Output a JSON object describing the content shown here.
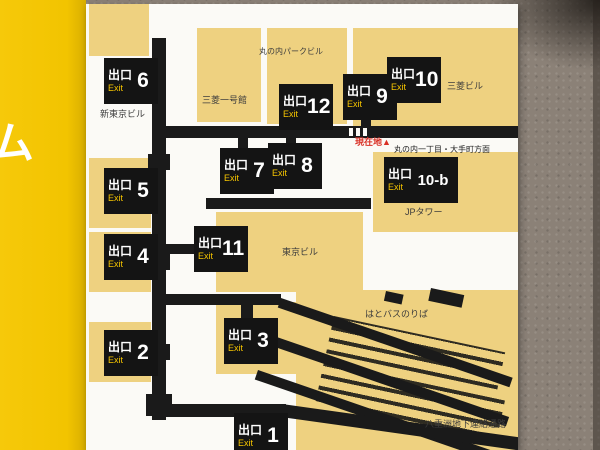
{
  "side_panel": {
    "glyph": "ム"
  },
  "labels": {
    "exit_jp": "出口",
    "exit_en": "Exit"
  },
  "exits": [
    {
      "number": "6"
    },
    {
      "number": "12"
    },
    {
      "number": "9"
    },
    {
      "number": "10"
    },
    {
      "number": "7"
    },
    {
      "number": "8"
    },
    {
      "number": "10-b"
    },
    {
      "number": "5"
    },
    {
      "number": "11"
    },
    {
      "number": "4"
    },
    {
      "number": "3"
    },
    {
      "number": "2"
    },
    {
      "number": "1"
    }
  ],
  "buildings": [
    {
      "name": "丸の内パークビル"
    },
    {
      "name": "三菱一号館"
    },
    {
      "name": "新東京ビル"
    },
    {
      "name": "三菱ビル"
    },
    {
      "name": "JPタワー"
    },
    {
      "name": "東京ビル"
    },
    {
      "name": "はとバスのりば"
    },
    {
      "name": "八重洲地下連絡通路"
    }
  ],
  "annotations": {
    "current_location": "現在地",
    "marker_glyph": "▲",
    "direction": "丸の内一丁目・大手町方面"
  },
  "colors": {
    "pillar_yellow": "#f2c400",
    "sheet_white": "#fbfaf6",
    "building_tan": "#eed180",
    "road_black": "#1a1a1a",
    "badge_black": "#141414",
    "badge_yellow": "#f6c500",
    "marker_red": "#d93025",
    "wall_brown": "#8b8177"
  }
}
